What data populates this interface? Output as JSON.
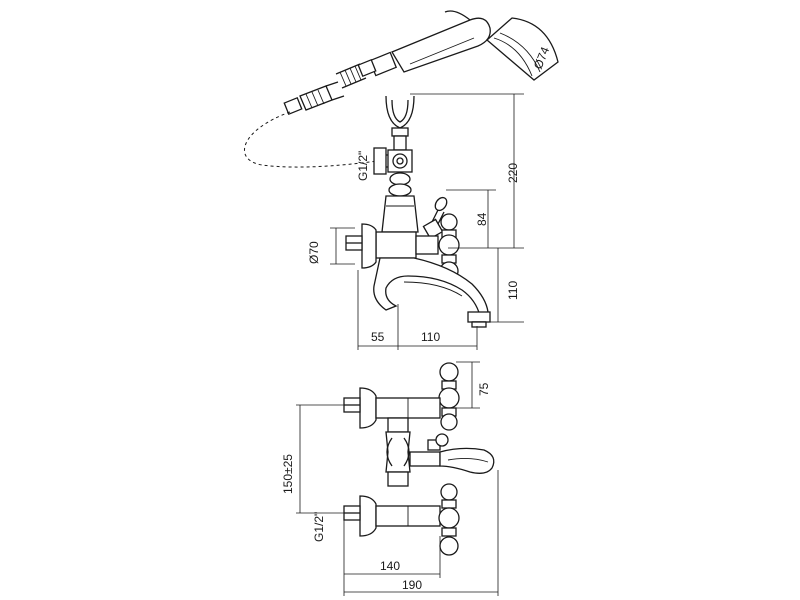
{
  "dimensions": {
    "handshower_diameter": "Ø74",
    "upper_thread": "G1/2\"",
    "overall_height": "220",
    "handle_height": "84",
    "spout_height": "110",
    "flange_diameter": "Ø70",
    "wall_offset": "55",
    "spout_projection": "110",
    "top_handle_height": "75",
    "inlet_centers": "150±25",
    "lower_thread": "G1/2\"",
    "depth_140": "140",
    "depth_190": "190"
  }
}
